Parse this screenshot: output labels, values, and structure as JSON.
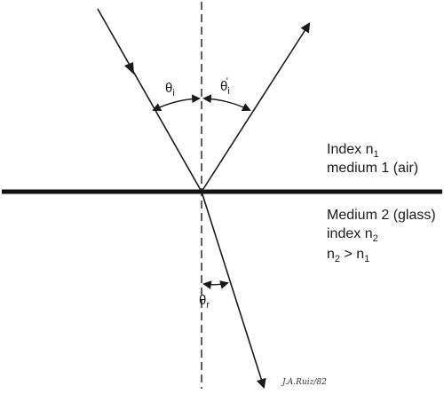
{
  "upper_medium": {
    "line1": {
      "text": "Index n",
      "sub": "1"
    },
    "line2": "medium 1 (air)"
  },
  "lower_medium": {
    "line1": "Medium 2 (glass)",
    "line2": {
      "text": "index n",
      "sub": "2"
    },
    "line3": {
      "a": "n",
      "a_sub": "2",
      "op": " > n",
      "b_sub": "1"
    }
  },
  "angles": {
    "incidence": {
      "symbol": "θ",
      "sub": "i"
    },
    "reflection": {
      "symbol": "θ",
      "sub": "i",
      "prime": "'"
    },
    "refraction": {
      "symbol": "θ",
      "sub": "r"
    }
  },
  "signature": "J.A.Ruiz/82"
}
